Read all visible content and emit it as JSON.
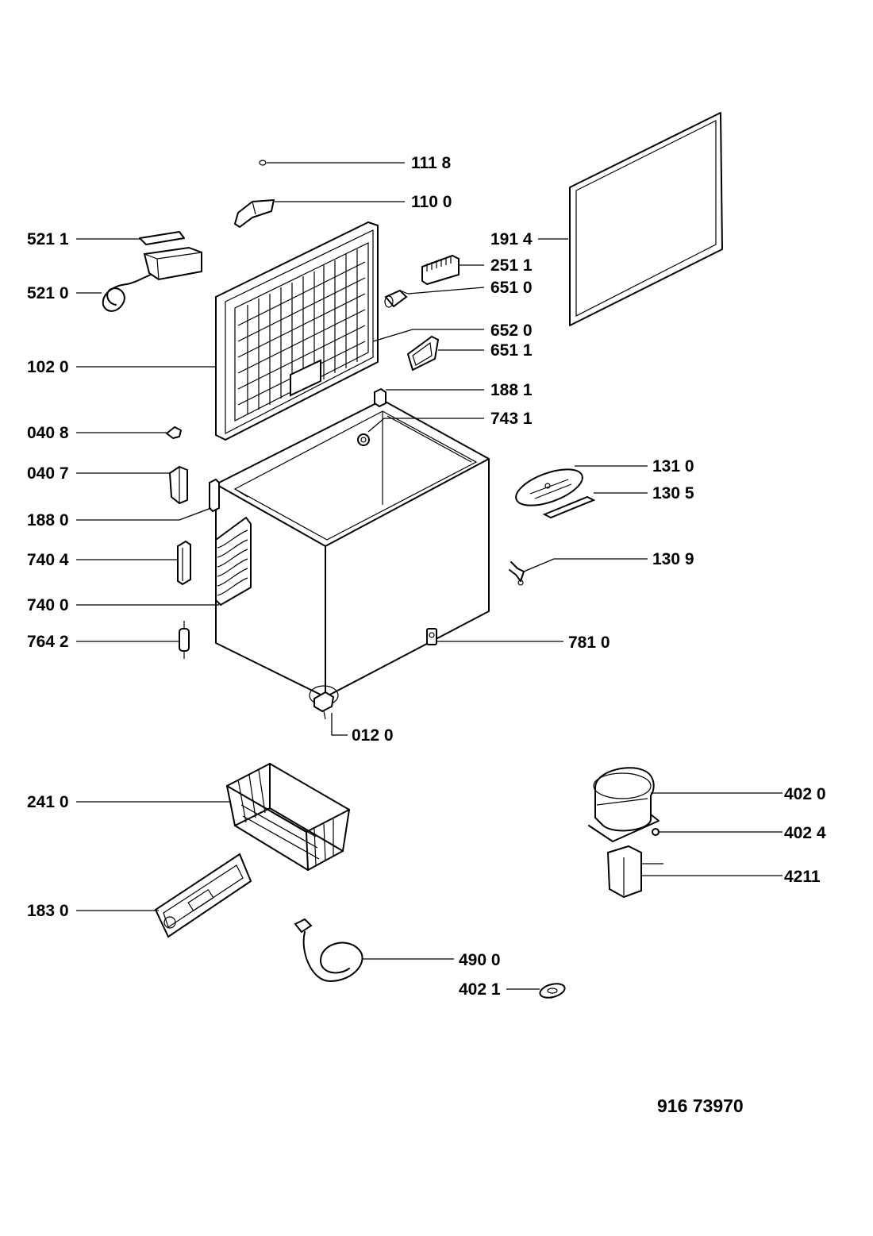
{
  "labels": [
    {
      "id": "111-8",
      "text": "111 8"
    },
    {
      "id": "110-0",
      "text": "110 0"
    },
    {
      "id": "521-1",
      "text": "521 1"
    },
    {
      "id": "521-0",
      "text": "521 0"
    },
    {
      "id": "191-4",
      "text": "191 4"
    },
    {
      "id": "251-1",
      "text": "251 1"
    },
    {
      "id": "651-0",
      "text": "651 0"
    },
    {
      "id": "652-0",
      "text": "652 0"
    },
    {
      "id": "651-1",
      "text": "651 1"
    },
    {
      "id": "102-0",
      "text": "102 0"
    },
    {
      "id": "188-1",
      "text": "188 1"
    },
    {
      "id": "743-1",
      "text": "743 1"
    },
    {
      "id": "040-8",
      "text": "040 8"
    },
    {
      "id": "040-7",
      "text": "040 7"
    },
    {
      "id": "131-0",
      "text": "131 0"
    },
    {
      "id": "130-5",
      "text": "130 5"
    },
    {
      "id": "188-0",
      "text": "188 0"
    },
    {
      "id": "740-4",
      "text": "740 4"
    },
    {
      "id": "130-9",
      "text": "130 9"
    },
    {
      "id": "740-0",
      "text": "740 0"
    },
    {
      "id": "764-2",
      "text": "764 2"
    },
    {
      "id": "781-0",
      "text": "781 0"
    },
    {
      "id": "012-0",
      "text": "012 0"
    },
    {
      "id": "241-0",
      "text": "241 0"
    },
    {
      "id": "402-0",
      "text": "402 0"
    },
    {
      "id": "402-4",
      "text": "402 4"
    },
    {
      "id": "421-1",
      "text": "4211"
    },
    {
      "id": "183-0",
      "text": "183 0"
    },
    {
      "id": "490-0",
      "text": "490 0"
    },
    {
      "id": "402-1",
      "text": "402 1"
    }
  ],
  "document_number": "916 73970"
}
